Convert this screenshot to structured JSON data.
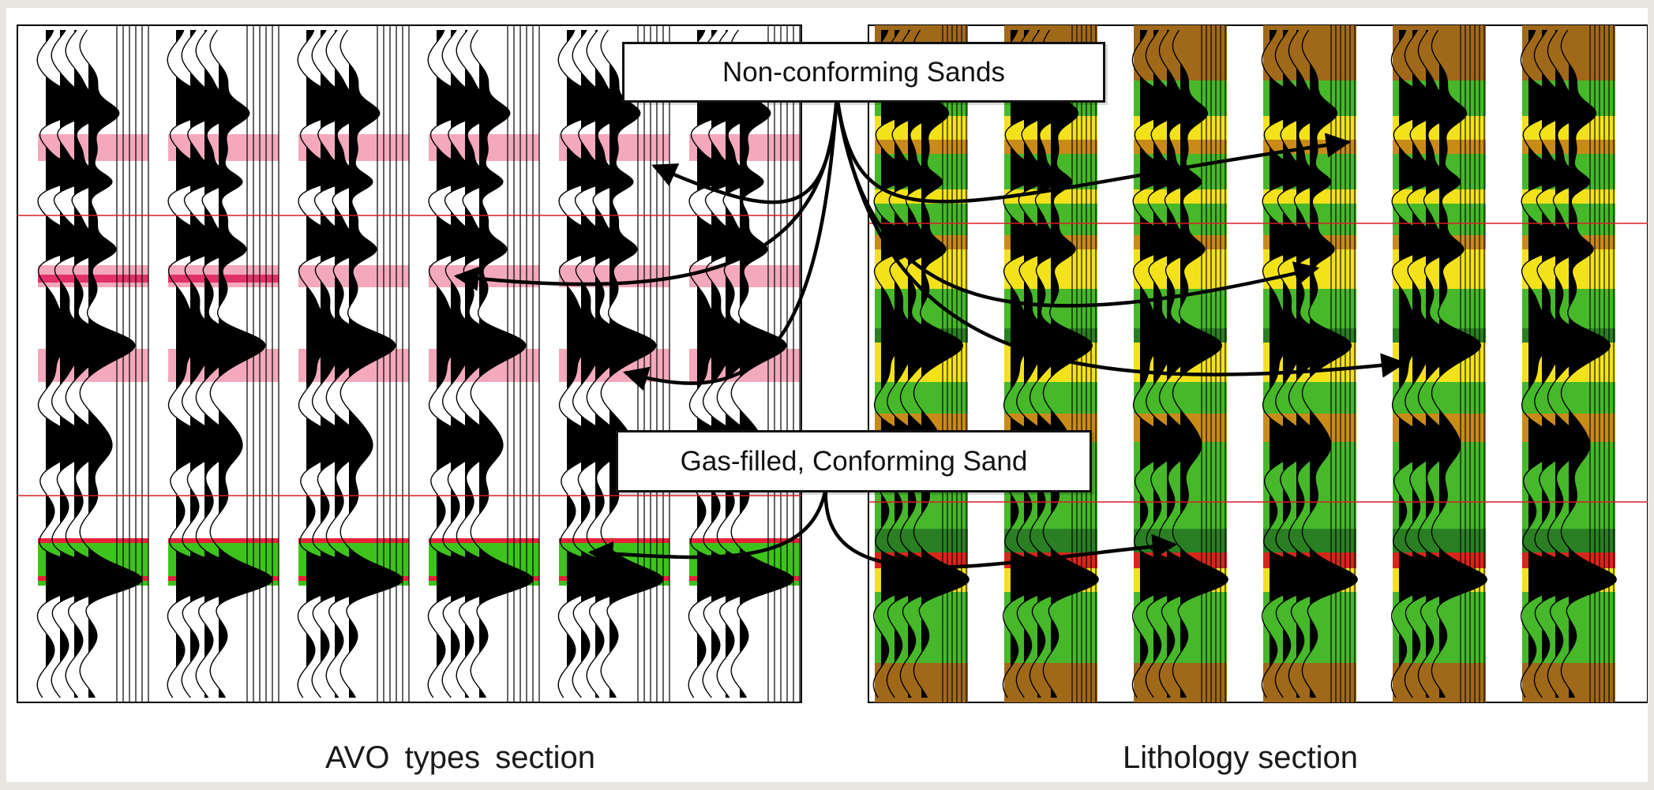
{
  "figure": {
    "panels": [
      {
        "id": "avo",
        "caption": "AVO types section"
      },
      {
        "id": "lithology",
        "caption": "Lithology section"
      }
    ],
    "callouts": {
      "non_conforming": "Non-conforming Sands",
      "gas_filled": "Gas-filled, Conforming Sand"
    },
    "colors": {
      "background": "#e9e5e0",
      "wiggle_fill": "#000000",
      "reference_line": "#d81f26",
      "avo_nonconforming_light": "#f3a9bb",
      "avo_nonconforming_dark": "#e2306a",
      "avo_conforming_green": "#3ec31c",
      "avo_conforming_red": "#e8213a",
      "lith_shale": "#a0691a",
      "lith_sand": "#46b82a",
      "lith_gas_sand": "#f3e21a",
      "lith_hot": "#d9261c"
    }
  }
}
